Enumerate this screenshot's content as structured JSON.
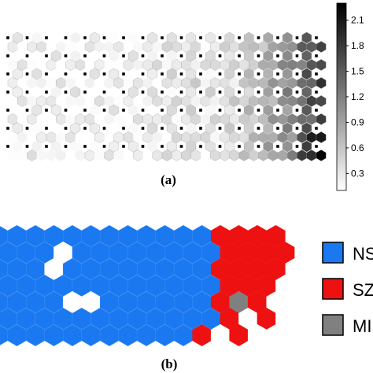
{
  "panel_a": {
    "label": "(a)",
    "colorbar": {
      "ticks": [
        "2.1",
        "1.8",
        "1.5",
        "1.2",
        "0.9",
        "0.6",
        "0.3"
      ],
      "range": [
        0.1,
        2.3
      ]
    }
  },
  "panel_b": {
    "label": "(b)",
    "legend": [
      {
        "label": "NS",
        "color": "#1a78f0"
      },
      {
        "label": "SZ",
        "color": "#ee1111"
      },
      {
        "label": "MI",
        "color": "#808080"
      }
    ],
    "colors": {
      "NS": "#1a78f0",
      "SZ": "#ee1111",
      "MI": "#808080",
      "empty": "#ffffff"
    }
  }
}
